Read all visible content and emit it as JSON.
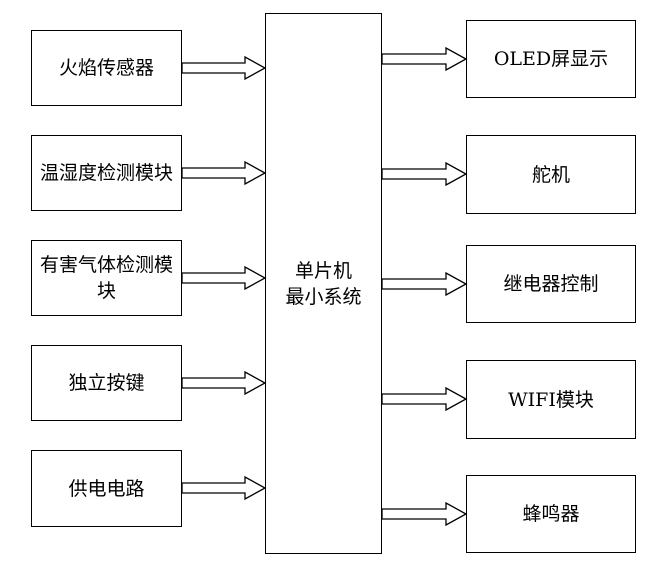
{
  "center": {
    "line1": "单片机",
    "line2": "最小系统"
  },
  "inputs": [
    {
      "label": "火焰传感器"
    },
    {
      "label": "温湿度检测模块"
    },
    {
      "label": "有害气体检测模块"
    },
    {
      "label": "独立按键"
    },
    {
      "label": "供电电路"
    }
  ],
  "outputs": [
    {
      "label": "OLED屏显示"
    },
    {
      "label": "舵机"
    },
    {
      "label": "继电器控制"
    },
    {
      "label": "WIFI模块"
    },
    {
      "label": "蜂鸣器"
    }
  ]
}
